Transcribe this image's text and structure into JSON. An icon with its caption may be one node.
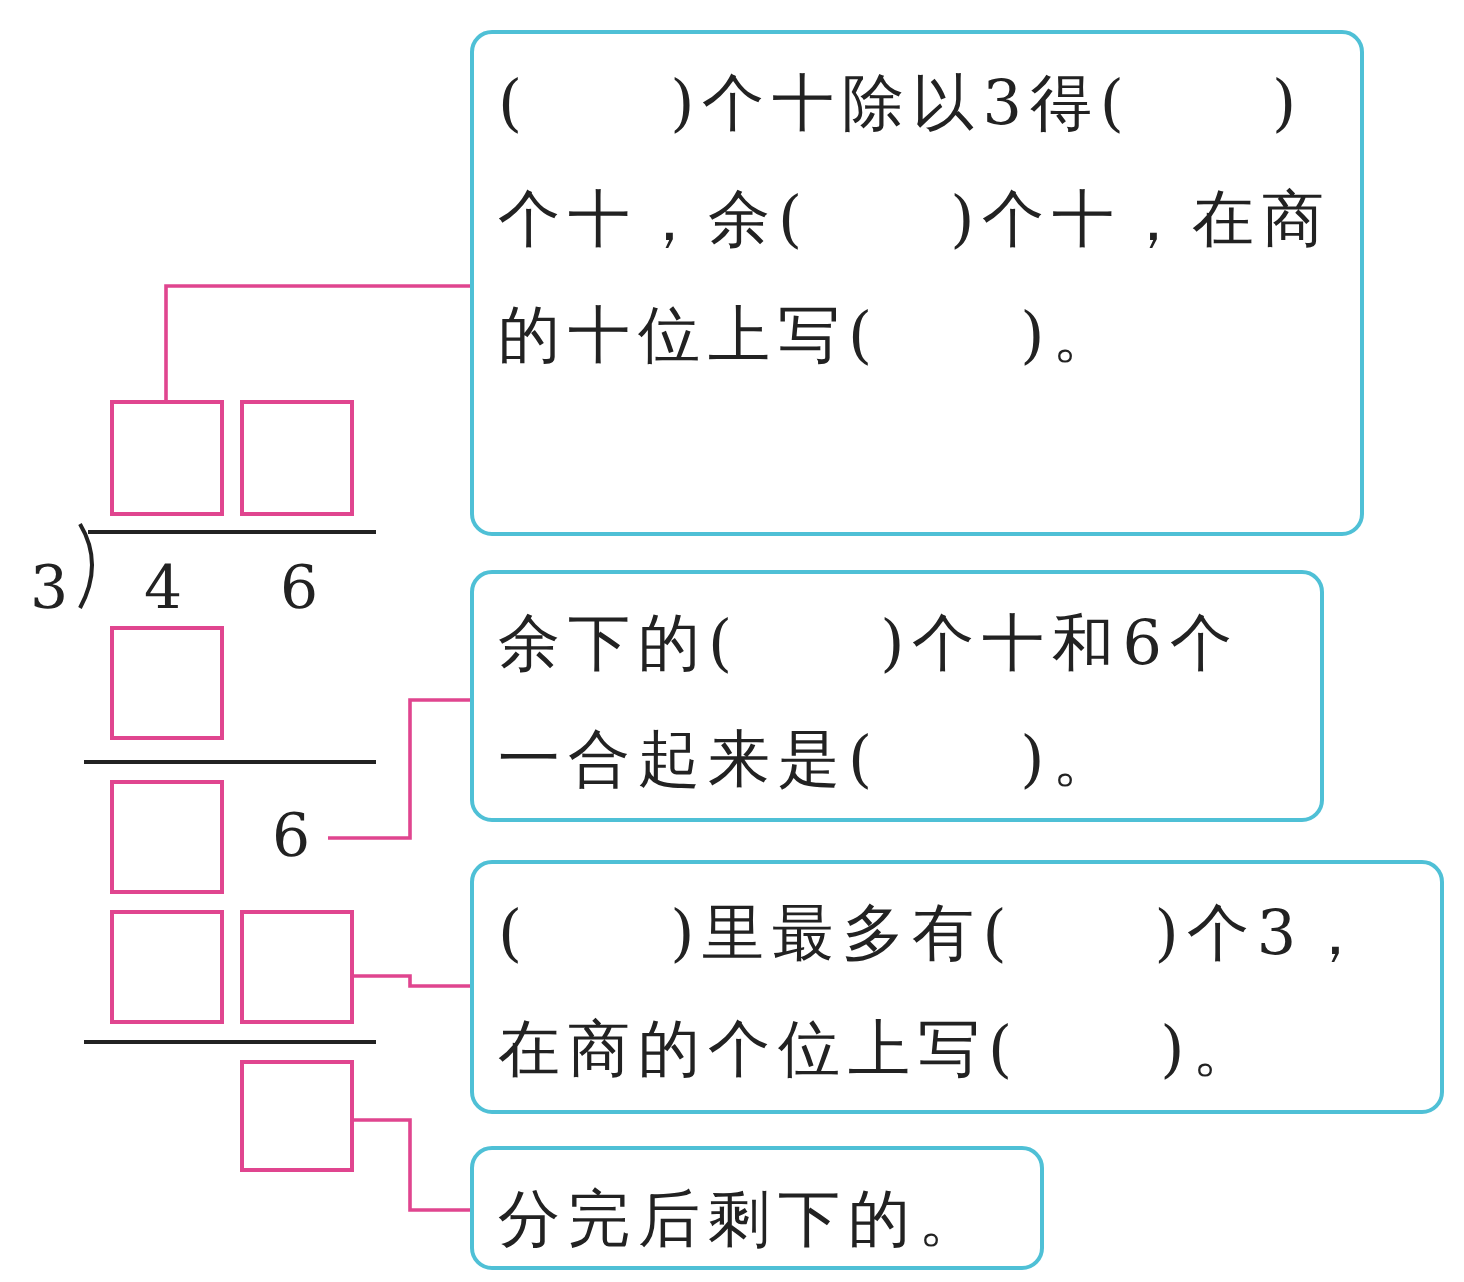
{
  "diagram": {
    "nodes": [
      {
        "text": [
          "(　　)个十除以3得(　　)个十，余(　　)个十，在商的十位上写(　　)。"
        ]
      },
      {
        "text": [],
        "shape": "box"
      },
      {
        "text": [],
        "shape": "box"
      },
      {
        "text": [
          "余下的(　　)个十和6个一合起来是(　　)。"
        ]
      },
      {
        "text": [],
        "shape": "box"
      },
      {
        "text": [],
        "shape": "box"
      },
      {
        "text": [
          "6"
        ]
      },
      {
        "text": [],
        "shape": "box"
      },
      {
        "text": [],
        "shape": "box"
      },
      {
        "text": [
          "(　　)里最多有(　　)个3，在商的个位上写(　　)。"
        ]
      },
      {
        "text": [],
        "shape": "box"
      },
      {
        "text": [
          "分完后剩下的。"
        ]
      }
    ],
    "edges": [
      {
        "from": 0,
        "to": 1,
        "arrow": "none"
      },
      {
        "from": 3,
        "to": 6,
        "arrow": "none"
      },
      {
        "from": 8,
        "to": 9,
        "arrow": "none"
      },
      {
        "from": 10,
        "to": 11,
        "arrow": "none"
      }
    ],
    "labels": [
      "3",
      "4",
      "6"
    ]
  }
}
